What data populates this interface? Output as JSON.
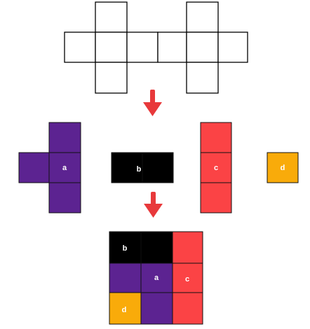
{
  "net_outline": {
    "stroke": "#000000",
    "fill": "#ffffff"
  },
  "arrow": {
    "color": "#e8393b",
    "icon": "down-arrow-icon"
  },
  "pieces": {
    "a": {
      "label": "a",
      "color": "#5c2391"
    },
    "b": {
      "label": "b",
      "color": "#000000"
    },
    "c": {
      "label": "c",
      "color": "#fb4345"
    },
    "d": {
      "label": "d",
      "color": "#f9ab0a"
    }
  },
  "assembled": {
    "labels": {
      "b": "b",
      "a": "a",
      "c": "c",
      "d": "d"
    }
  }
}
